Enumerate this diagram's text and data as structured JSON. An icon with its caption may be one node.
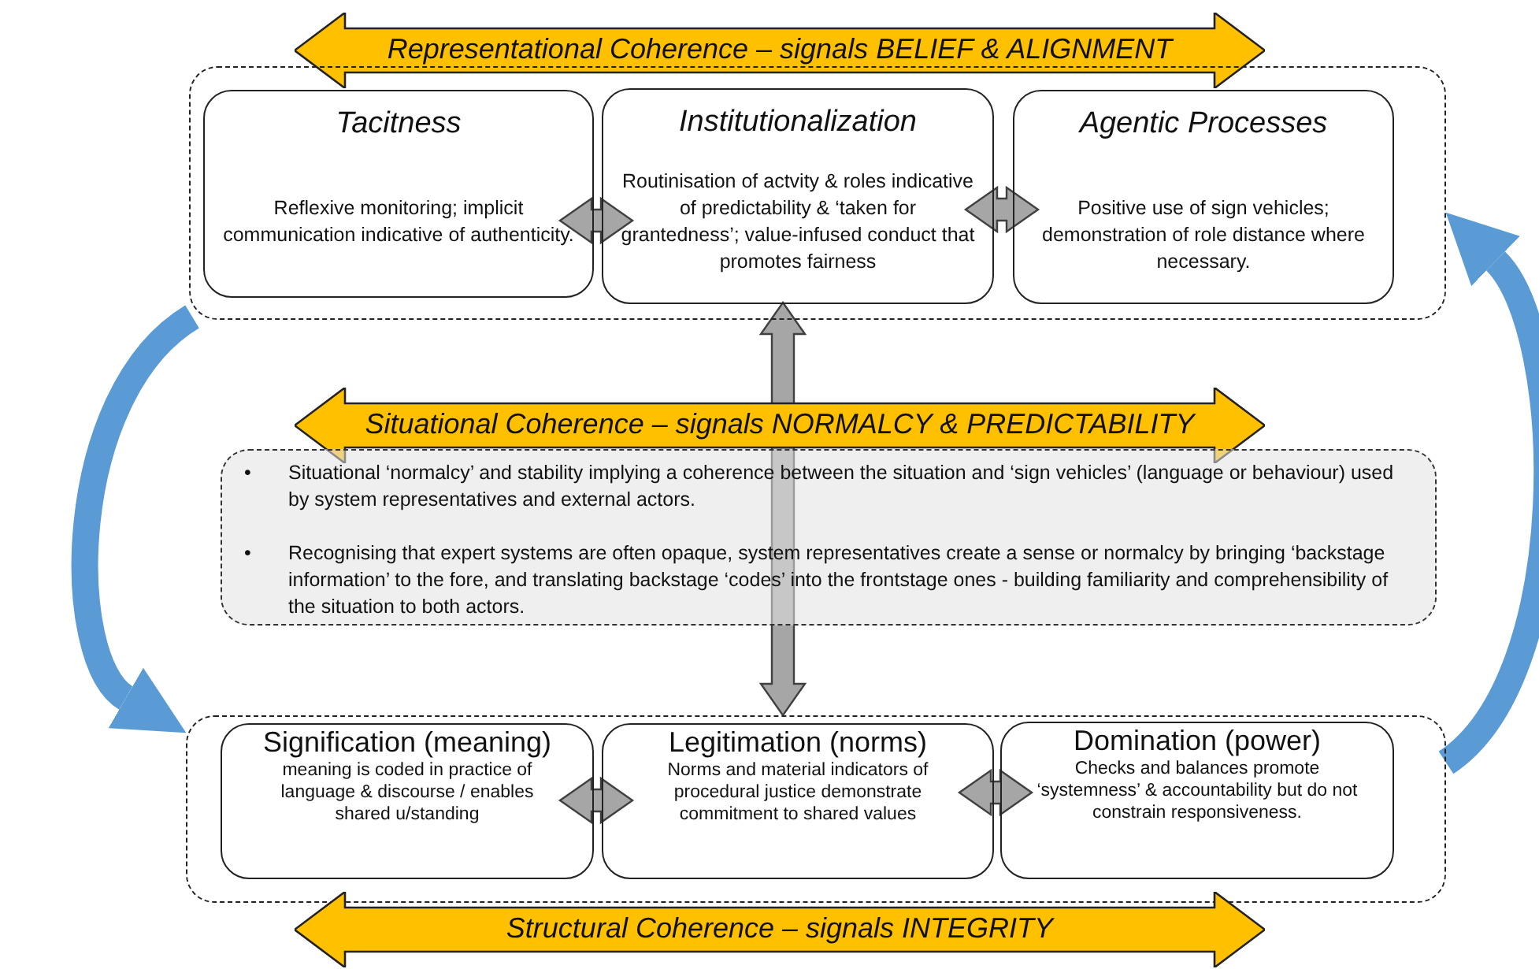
{
  "diagram": {
    "nodes": [
      {
        "text": [
          "Representational Coherence – signals BELIEF & ALIGNMENT"
        ]
      },
      {
        "text": [],
        "shape": "box"
      },
      {
        "text": [
          "Tacitness",
          "Reflexive monitoring; implicit communication indicative of authenticity."
        ],
        "in": 1
      },
      {
        "text": [
          "Institutionalization",
          "Routinisation of actvity & roles indicative of predictability & ‘taken for grantedness’; value-infused conduct that promotes fairness"
        ],
        "in": 1
      },
      {
        "text": [
          "Agentic Processes",
          "Positive use of sign vehicles; demonstration of role distance where necessary."
        ],
        "in": 1
      },
      {
        "text": [
          "Situational Coherence – signals NORMALCY & PREDICTABILITY"
        ]
      },
      {
        "text": [
          "Situational ‘normalcy’ and stability implying a coherence between the situation and ‘sign vehicles’ (language or behaviour) used by system representatives and external actors.",
          "Recognising that expert systems are often opaque, system representatives create a sense or normalcy by bringing ‘backstage information’ to the fore, and translating backstage ‘codes’ into the frontstage ones -  building familiarity and comprehensibility of the situation to both actors."
        ]
      },
      {
        "text": [],
        "shape": "box"
      },
      {
        "text": [
          "Signification (meaning)",
          "meaning is coded in practice of language & discourse / enables shared u/standing"
        ],
        "in": 7
      },
      {
        "text": [
          "Legitimation (norms)",
          "Norms and material indicators of procedural justice demonstrate commitment to shared values"
        ],
        "in": 7
      },
      {
        "text": [
          "Domination (power)",
          "Checks and balances promote ‘systemness’ & accountability but do not constrain responsiveness."
        ],
        "in": 7
      },
      {
        "text": [
          "Structural Coherence – signals INTEGRITY"
        ]
      }
    ],
    "edges": [
      {
        "from": 2,
        "to": 3,
        "arrow": "both"
      },
      {
        "from": 3,
        "to": 4,
        "arrow": "both"
      },
      {
        "from": 3,
        "to": 7,
        "arrow": "both"
      },
      {
        "from": 8,
        "to": 9,
        "arrow": "both"
      },
      {
        "from": 9,
        "to": 10,
        "arrow": "both"
      },
      {
        "from": 1,
        "to": 7,
        "arrow": "to",
        "color": "#5b9bd5"
      },
      {
        "from": 7,
        "to": 1,
        "arrow": "to",
        "color": "#5b9bd5"
      }
    ],
    "labels": [
      "•",
      "•"
    ]
  }
}
